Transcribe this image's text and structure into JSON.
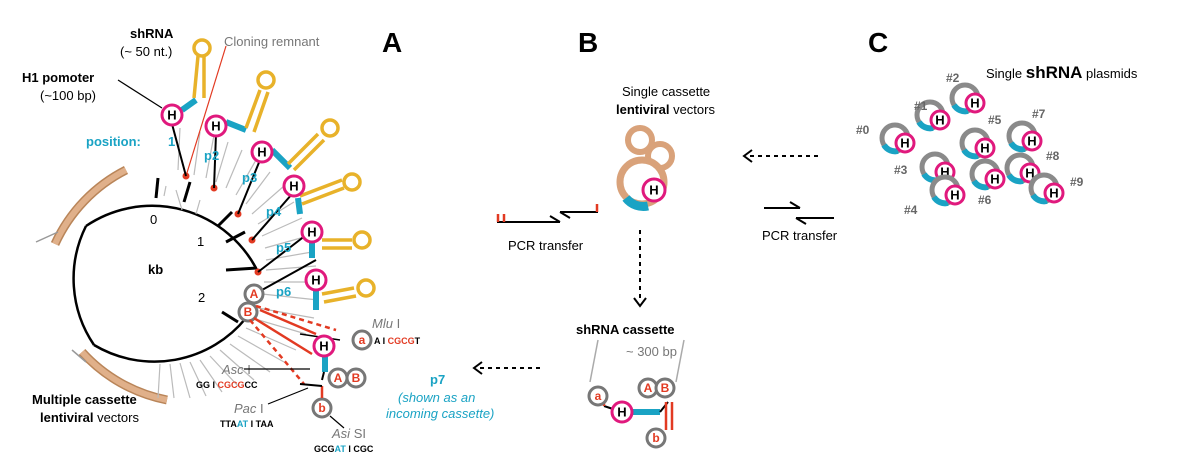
{
  "panels": {
    "a": "A",
    "b": "B",
    "c": "C"
  },
  "panel_a": {
    "shrna": "shRNA",
    "shrna_len": "(~ 50 nt.)",
    "cloning_remnant": "Cloning remnant",
    "h1_promoter": "H1 pomoter",
    "h1_len": "(~100 bp)",
    "position_label": "position:",
    "positions": [
      "1",
      "p2",
      "p3",
      "p4",
      "p5",
      "p6"
    ],
    "h_letter": "H",
    "kb_label": "kb",
    "ticks": [
      "0",
      "1",
      "2"
    ],
    "site_a": "A",
    "site_b": "B",
    "site_a_lower": "a",
    "site_b_lower": "b",
    "mlu": "Mlu",
    "mlu_suffix": "I",
    "mlu_seq": [
      "A I ",
      "CGCG",
      "T"
    ],
    "asc": "Asc",
    "asc_suffix": "I",
    "asc_seq": [
      "GG I ",
      "CGCG",
      "CC"
    ],
    "pac": "Pac",
    "pac_suffix": "I",
    "pac_seq": [
      "TTA",
      "AT",
      " I TAA"
    ],
    "asi": "Asi",
    "asi_suffix": "SI",
    "asi_seq": [
      "GCG",
      "AT",
      " I CGC"
    ],
    "p7": "p7",
    "p7_note_1": "(shown as an",
    "p7_note_2": "incoming cassette)",
    "multiple_1": "Multiple cassette",
    "multiple_2a": "lentiviral",
    "multiple_2b": " vectors"
  },
  "panel_b": {
    "single_1": "Single cassette",
    "single_2a": "lentiviral",
    "single_2b": " vectors",
    "pcr_transfer": "PCR transfer",
    "cassette_title": "shRNA cassette",
    "cassette_len": "~ 300 bp"
  },
  "panel_c": {
    "title_a": "Single ",
    "title_b": "shRNA",
    "title_c": " plasmids",
    "pcr_transfer": "PCR transfer",
    "plasmids": [
      "#0",
      "#1",
      "#2",
      "#3",
      "#4",
      "#5",
      "#6",
      "#7",
      "#8",
      "#9"
    ]
  },
  "colors": {
    "magenta": "#e0197d",
    "cyan": "#1aa3c4",
    "gold": "#e8b22a",
    "red": "#e23a22",
    "tan": "#d9a27a",
    "grey": "#8a8a8a"
  }
}
